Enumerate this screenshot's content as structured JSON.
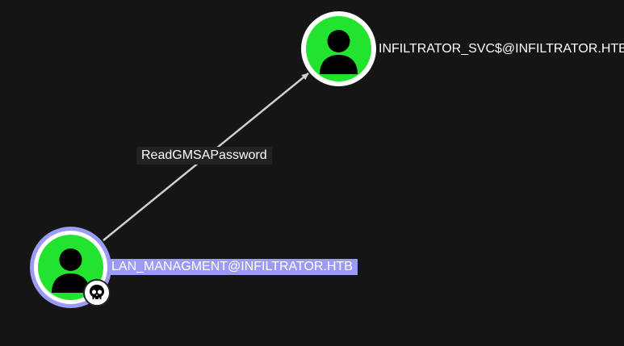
{
  "graph": {
    "edge": {
      "label": "ReadGMSAPassword"
    },
    "nodes": {
      "target": {
        "label": "INFILTRATOR_SVC$@INFILTRATOR.HTB",
        "type": "user"
      },
      "source": {
        "label": "LAN_MANAGMENT@INFILTRATOR.HTB",
        "type": "user",
        "selected": true,
        "badge": "skull-icon"
      }
    }
  },
  "colors": {
    "background": "#151515",
    "node_fill": "#22e42e",
    "node_ring": "#ffffff",
    "selected_ring": "#9b9bf5",
    "selected_label_bg": "#9b9bf5",
    "edge_line": "#cfcfcf"
  }
}
